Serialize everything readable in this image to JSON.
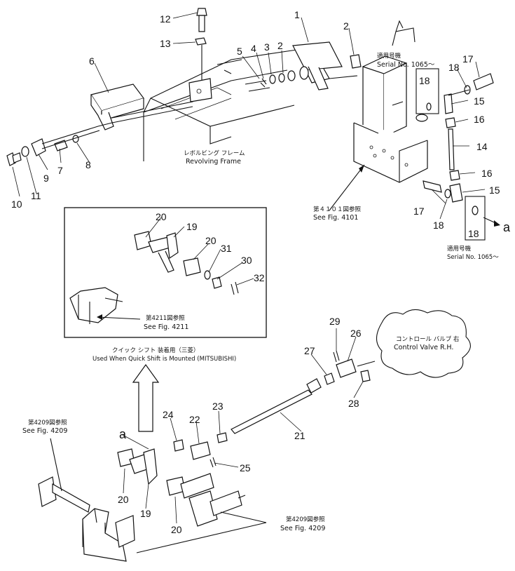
{
  "callouts": {
    "c1": "1",
    "c2a": "2",
    "c2b": "2",
    "c3": "3",
    "c4": "4",
    "c5": "5",
    "c6": "6",
    "c7": "7",
    "c8": "8",
    "c9": "9",
    "c10": "10",
    "c11": "11",
    "c12": "12",
    "c13": "13",
    "c14": "14",
    "c15a": "15",
    "c15b": "15",
    "c16a": "16",
    "c16b": "16",
    "c17a": "17",
    "c17b": "17",
    "c18a": "18",
    "c18b": "18",
    "c18c": "18",
    "c18d": "18",
    "c19a": "19",
    "c19b": "19",
    "c20a": "20",
    "c20b": "20",
    "c20c": "20",
    "c20d": "20",
    "c21": "21",
    "c22": "22",
    "c23": "23",
    "c24": "24",
    "c25": "25",
    "c26": "26",
    "c27": "27",
    "c28": "28",
    "c29": "29",
    "c30": "30",
    "c31": "31",
    "c32": "32",
    "ca1": "a",
    "ca2": "a"
  },
  "labels": {
    "serial_top_jp": "適用号機",
    "serial_top": "Serial No. 1065～",
    "serial_bottom_jp": "適用号機",
    "serial_bottom": "Serial No. 1065～",
    "revolving_jp": "レボルビング フレーム",
    "revolving": "Revolving Frame",
    "fig4101_jp": "第４１０１図参照",
    "fig4101": "See Fig. 4101",
    "fig4211_jp": "第4211図参照",
    "fig4211": "See Fig. 4211",
    "quickshift_jp": "クイック シフト 装着用（三菱）",
    "quickshift": "Used When Quick Shift is Mounted (MITSUBISHI)",
    "fig4209a_jp": "第4209図参照",
    "fig4209a": "See Fig. 4209",
    "fig4209b_jp": "第4209図参照",
    "fig4209b": "See Fig. 4209",
    "control_valve_jp": "コントロール バルブ 右",
    "control_valve": "Control Valve R.H."
  }
}
